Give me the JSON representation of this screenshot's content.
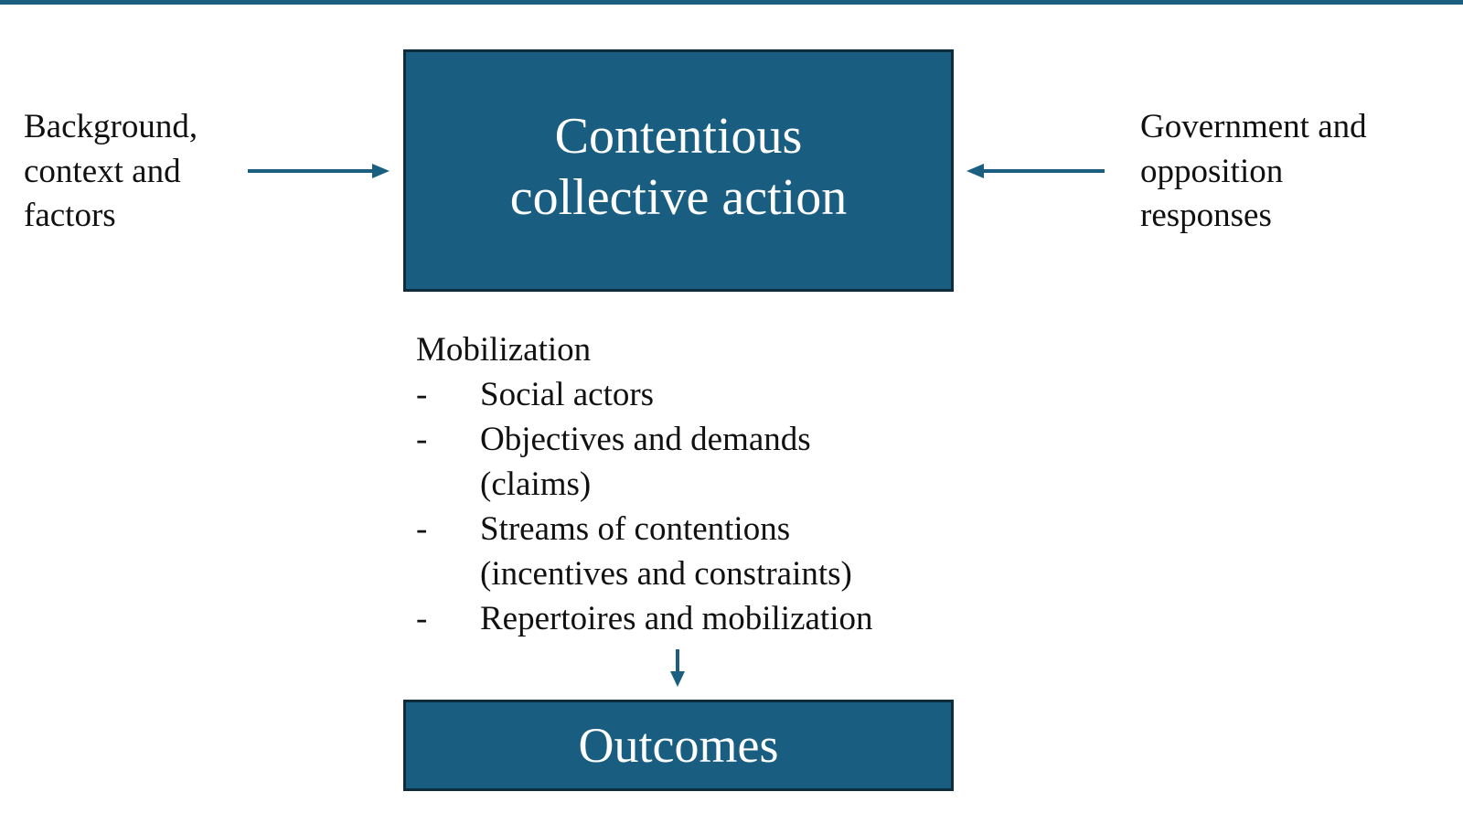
{
  "center_box": {
    "title": "Contentious collective action"
  },
  "left_input": {
    "text": "Background, context and factors"
  },
  "right_input": {
    "text": "Government and opposition responses"
  },
  "mobilization": {
    "heading": "Mobilization",
    "items": [
      {
        "bullet": "-",
        "text": "Social actors"
      },
      {
        "bullet": "-",
        "text": "Objectives and demands (claims)"
      },
      {
        "bullet": "-",
        "text": "Streams of contentions (incentives and constraints)"
      },
      {
        "bullet": "-",
        "text": "Repertoires and mobilization"
      }
    ]
  },
  "outcome_box": {
    "title": "Outcomes"
  },
  "colors": {
    "box_fill": "#195e80",
    "box_border": "#0d2c3c",
    "arrow": "#1a5f80",
    "top_bar": "#1a5f80"
  }
}
